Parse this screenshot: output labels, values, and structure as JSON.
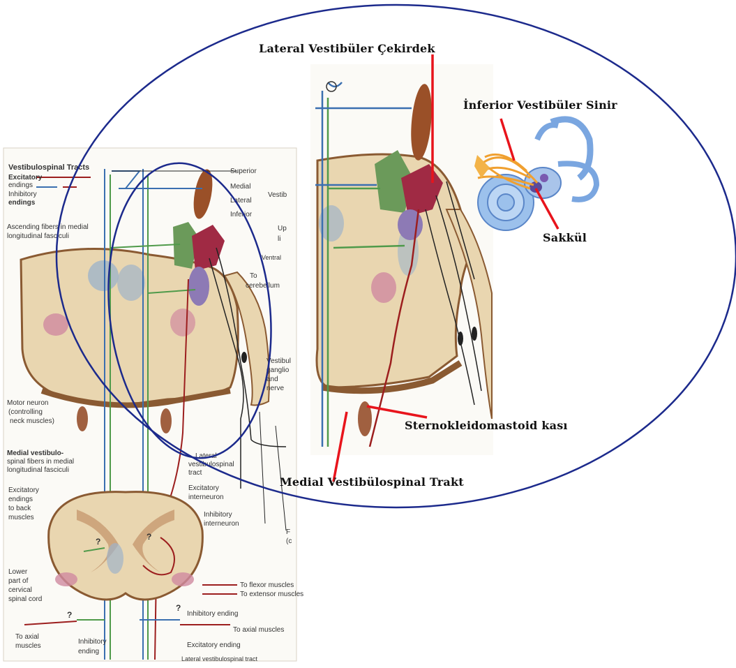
{
  "colors": {
    "ellipse_outline": "#1c2a8c",
    "pointer_line": "#e8141c",
    "tissue": "#e9d6b0",
    "tissue_edge": "#8a5a32",
    "excitatory_red": "#9c1e1e",
    "inhibitory_blue": "#3a6fb0",
    "excitatory_green": "#4f9a4a",
    "nucleus_brown": "#9a5028",
    "nucleus_green": "#6b9a5a",
    "nucleus_purple": "#8d7ab5",
    "nucleus_red": "#a02a44",
    "ear_blue": "#7aa6e0",
    "ear_orange": "#f0a030"
  },
  "annotations": {
    "lateral_nucleus": "Lateral Vestibüler Çekirdek",
    "inferior_nerve": "İnferior Vestibüler Sinir",
    "saccule": "Sakkül",
    "sternocleidomastoid": "Sternokleidomastoid kası",
    "medial_tract": "Medial Vestibülospinal Trakt"
  },
  "textbook": {
    "title": "Vestibulospinal Tracts",
    "legend_excitatory": "Excitatory",
    "legend_endings": "endings",
    "legend_inhibitory": "Inhibitory",
    "legend_endings2": "endings",
    "ascending_1": "Ascending fibers in medial",
    "ascending_2": "longitudinal fasciculi",
    "nuc_superior": "Superior",
    "nuc_medial": "Medial",
    "nuc_lateral": "Lateral",
    "nuc_inferior": "Inferior",
    "vestib": "Vestib",
    "up": "Up",
    "li": "li",
    "ventral": "Ventral",
    "to_cerebellum_1": "To",
    "to_cerebellum_2": "cerebellum",
    "ganglion_1": "Vestibul",
    "ganglion_2": "ganglio",
    "ganglion_3": "and",
    "ganglion_4": "nerve",
    "motor_1": "Motor neuron",
    "motor_2": "(controlling",
    "motor_3": "neck muscles)",
    "medial_vs_1": "Medial vestibulo-",
    "medial_vs_2": "spinal fibers in medial",
    "medial_vs_3": "longitudinal fasciculi",
    "lateral_vs_1": "Lateral",
    "lateral_vs_2": "vestibulospinal",
    "lateral_vs_3": "tract",
    "excit_back_1": "Excitatory",
    "excit_back_2": "endings",
    "excit_back_3": "to back",
    "excit_back_4": "muscles",
    "excit_inter_1": "Excitatory",
    "excit_inter_2": "interneuron",
    "inhib_inter_1": "Inhibitory",
    "inhib_inter_2": "interneuron",
    "lower_1": "Lower",
    "lower_2": "part of",
    "lower_3": "cervical",
    "lower_4": "spinal cord",
    "flexor": "To flexor muscles",
    "extensor": "To extensor muscles",
    "inhib_ending": "Inhibitory ending",
    "axial_right": "To axial muscles",
    "excit_ending": "Excitatory ending",
    "lvs_bottom": "Lateral vestibulospinal tract",
    "axial_left_1": "To axial",
    "axial_left_2": "muscles",
    "inhib_left_1": "Inhibitory",
    "inhib_left_2": "ending",
    "question": "?",
    "edge_f": "F",
    "edge_paren": "(c"
  }
}
